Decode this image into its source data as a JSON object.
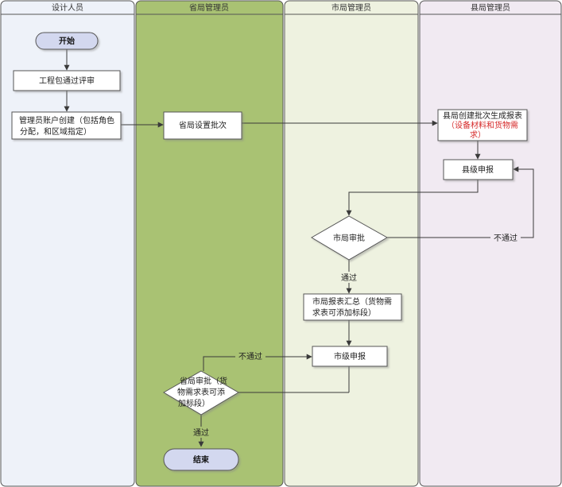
{
  "lanes": [
    {
      "title": "设计人员",
      "fill": "#eef2f9"
    },
    {
      "title": "省局管理员",
      "fill": "#a9c273"
    },
    {
      "title": "市局管理员",
      "fill": "#eef2e0"
    },
    {
      "title": "县局管理员",
      "fill": "#f1eaf2"
    }
  ],
  "nodes": {
    "start": "开始",
    "review": "工程包通过评审",
    "create_account_l1": "管理员账户创建（包括角色",
    "create_account_l2": "分配，和区域指定）",
    "province_batch": "省局设置批次",
    "county_create_l1": "县局创建批次生成报表",
    "county_create_l2": "（设备材料和货物需",
    "county_create_l3": "求）",
    "county_report": "县级申报",
    "city_approve": "市局审批",
    "city_summary_l1": "市局报表汇总（货物需",
    "city_summary_l2": "求表可添加标段）",
    "city_report": "市级申报",
    "province_approve_l1": "省局审批（货",
    "province_approve_l2": "物需求表可添",
    "province_approve_l3": "加标段）",
    "end": "结束"
  },
  "edge_labels": {
    "reject_city": "不通过",
    "pass_city": "通过",
    "reject_province": "不通过",
    "pass_province": "通过"
  },
  "colors": {
    "terminal": "#d3d8ef",
    "node_box": "#ffffff",
    "line": "#3a3a3a",
    "lane_border": "#555555"
  }
}
